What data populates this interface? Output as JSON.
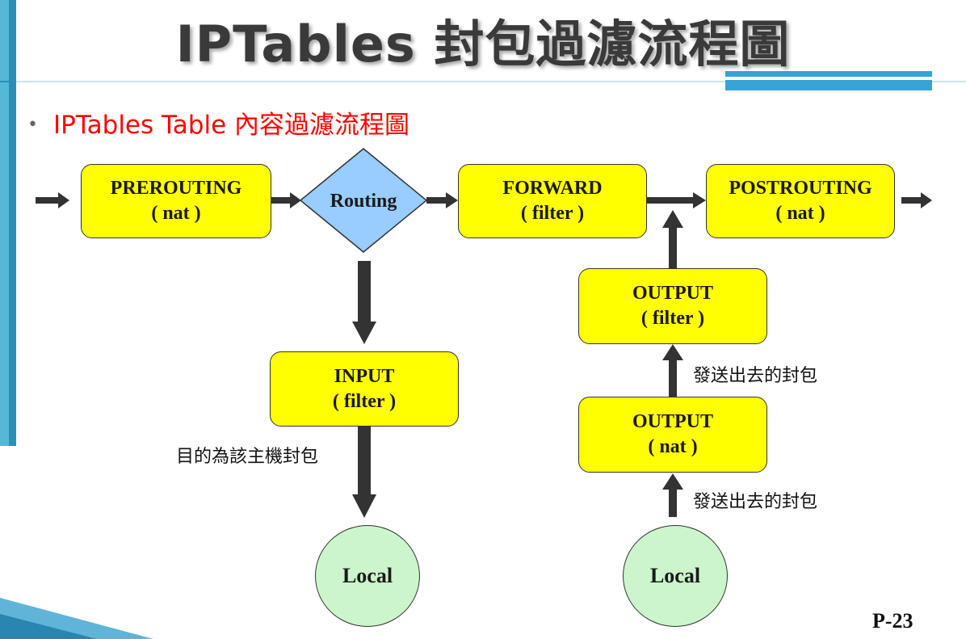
{
  "slide": {
    "title": "IPTables 封包過濾流程圖",
    "bullet": "IPTables Table 內容過濾流程圖",
    "page_number": "P-23"
  },
  "diagram": {
    "nodes": {
      "prerouting": {
        "line1": "PREROUTING",
        "line2": "( nat )"
      },
      "routing": {
        "label": "Routing"
      },
      "forward": {
        "line1": "FORWARD",
        "line2": "( filter )"
      },
      "postrouting": {
        "line1": "POSTROUTING",
        "line2": "( nat )"
      },
      "input": {
        "line1": "INPUT",
        "line2": "( filter )"
      },
      "output_filter": {
        "line1": "OUTPUT",
        "line2": "( filter )"
      },
      "output_nat": {
        "line1": "OUTPUT",
        "line2": "( nat )"
      },
      "local_in": {
        "label": "Local"
      },
      "local_out": {
        "label": "Local"
      }
    },
    "edge_labels": {
      "to_host": "目的為該主機封包",
      "outgoing_upper": "發送出去的封包",
      "outgoing_lower": "發送出去的封包"
    }
  },
  "colors": {
    "box_fill": "#ffff00",
    "diamond_fill": "#99ccff",
    "circle_fill": "#ccf5cc",
    "arrow": "#333333",
    "subtitle": "#ff0000",
    "accent": "#37a3d6"
  }
}
